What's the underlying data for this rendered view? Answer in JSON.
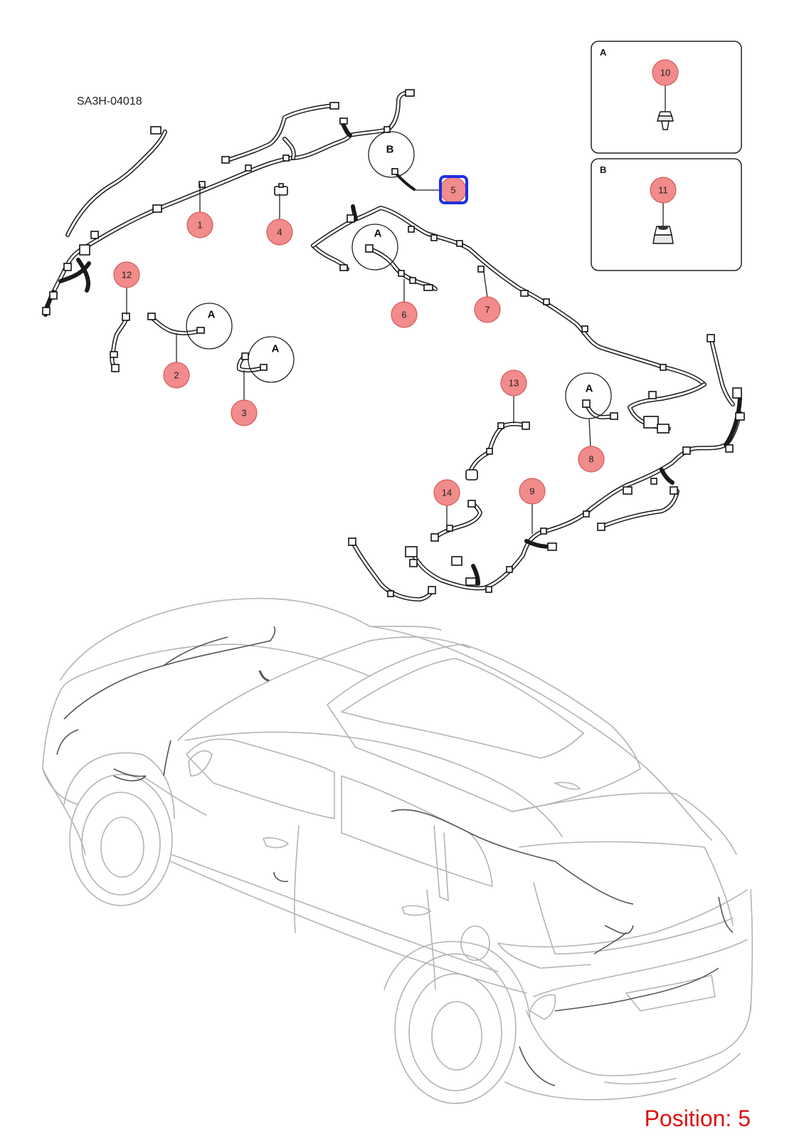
{
  "diagram_code": "SA3H-04018",
  "position_label": "Position: 5",
  "highlight_color": "#1f2fe0",
  "callout_color": "#f28b8b",
  "position_color": "#e01010",
  "callouts": [
    "1",
    "2",
    "3",
    "4",
    "5",
    "6",
    "7",
    "8",
    "9",
    "10",
    "11",
    "12",
    "13",
    "14"
  ],
  "detail_refs": {
    "a": "A",
    "b": "B"
  },
  "insets": {
    "a": {
      "letter": "A",
      "callout": "10",
      "part_icon": "clip-icon"
    },
    "b": {
      "letter": "B",
      "callout": "11",
      "part_icon": "nut-icon"
    }
  },
  "selected_position": "5"
}
